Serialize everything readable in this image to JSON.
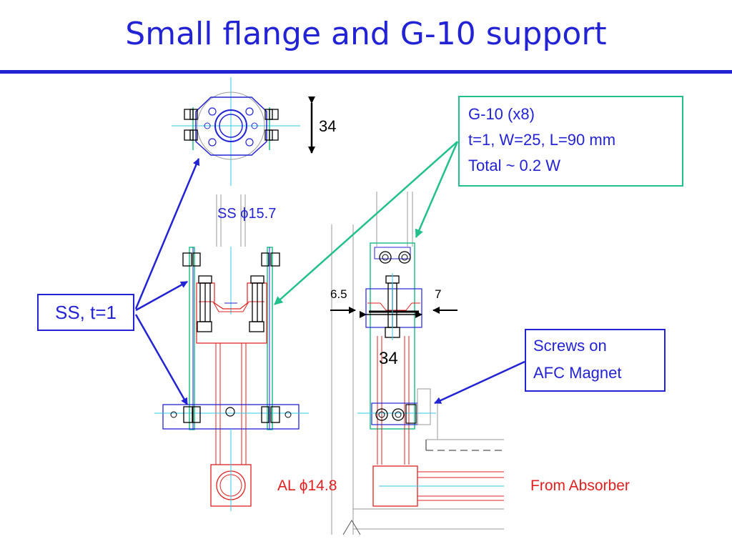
{
  "title": "Small flange and G-10 support",
  "labels": {
    "dim_top": "34",
    "ss_diameter": "SS ϕ15.7",
    "dim_left": "6.5",
    "dim_right": "7",
    "dim_mid": "34",
    "al_diameter": "AL ϕ14.8",
    "from_absorber": "From Absorber"
  },
  "callouts": {
    "g10": {
      "lines": [
        "G-10 (x8)",
        "t=1, W=25, L=90 mm",
        "Total ~ 0.2 W"
      ]
    },
    "ss": {
      "text": "SS, t=1"
    },
    "screws": {
      "lines": [
        "Screws on",
        "AFC Magnet"
      ]
    }
  },
  "colors": {
    "title": "#2323d6",
    "blue_parts": "#2323d6",
    "red_parts": "#e02020",
    "green_parts": "#22c08a",
    "cyan_axes": "#30c8e8",
    "gray_structure": "#8c8c8c"
  }
}
